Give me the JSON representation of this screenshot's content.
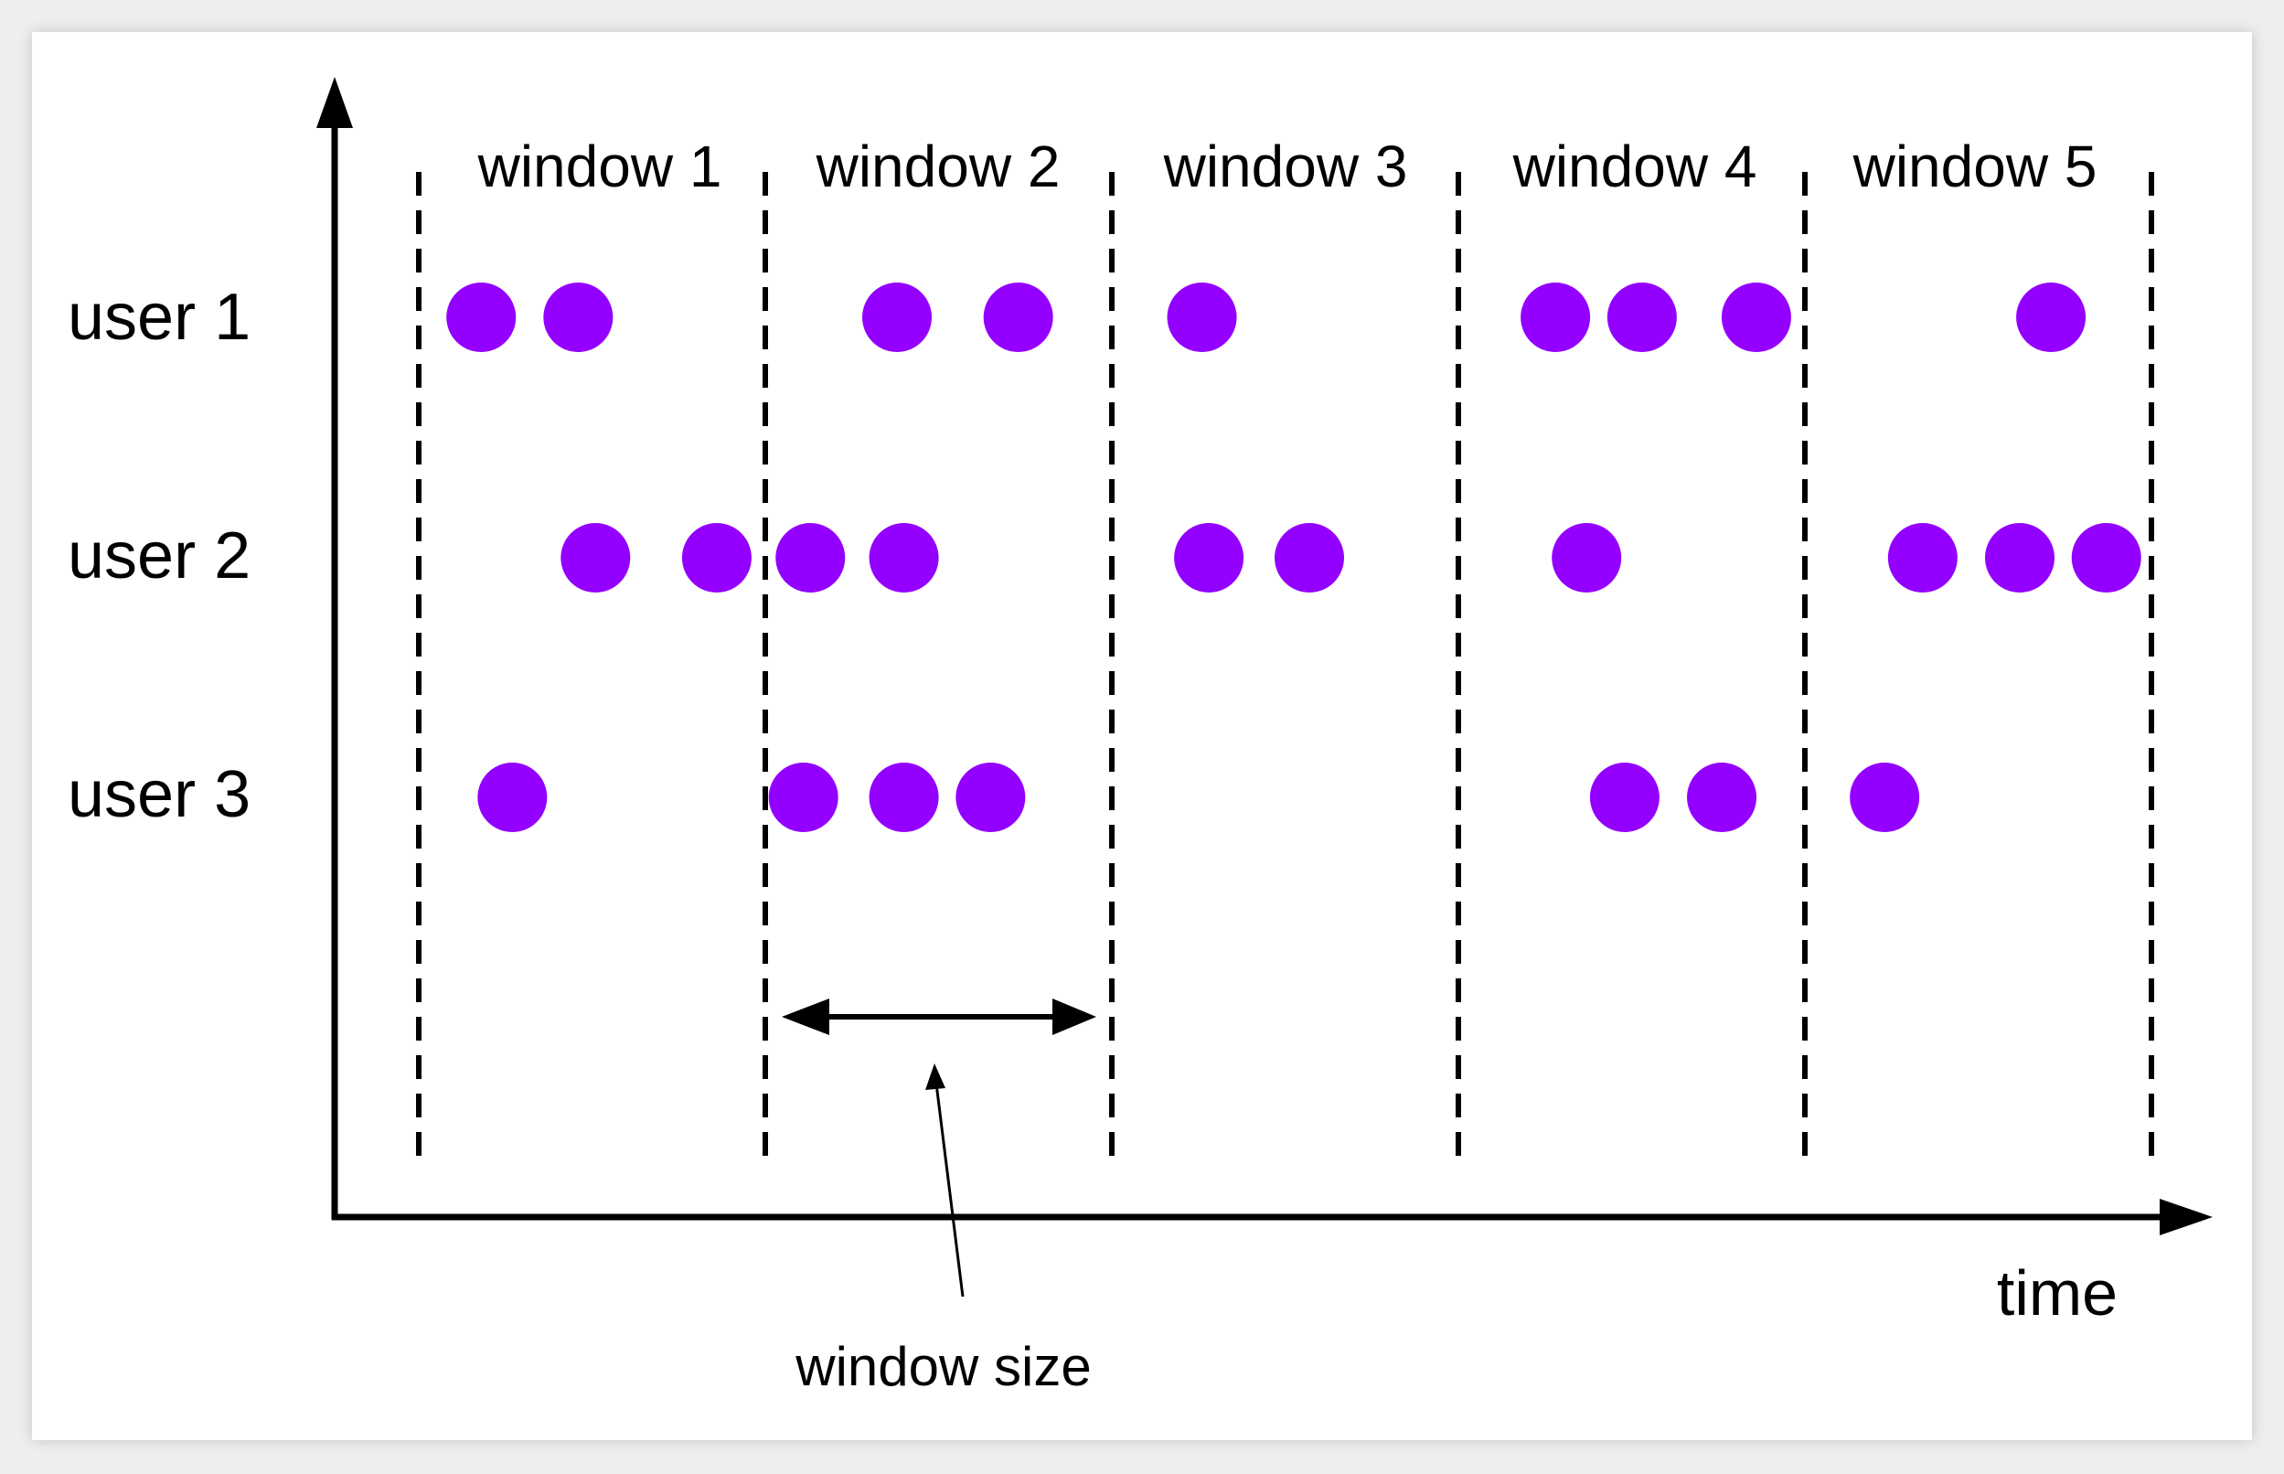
{
  "colors": {
    "event": "#9400FF",
    "line": "#000000"
  },
  "windows": [
    "window 1",
    "window 2",
    "window 3",
    "window 4",
    "window 5"
  ],
  "users": [
    {
      "label": "user 1",
      "events": [
        0.18,
        0.46,
        1.38,
        1.73,
        2.26,
        3.28,
        3.53,
        3.86,
        4.71
      ]
    },
    {
      "label": "user 2",
      "events": [
        0.51,
        0.86,
        1.13,
        1.4,
        2.28,
        2.57,
        3.37,
        4.34,
        4.62,
        4.87
      ]
    },
    {
      "label": "user 3",
      "events": [
        0.27,
        1.11,
        1.4,
        1.65,
        3.48,
        3.76,
        4.23
      ]
    }
  ],
  "axis_label": "time",
  "annotation": "window size"
}
